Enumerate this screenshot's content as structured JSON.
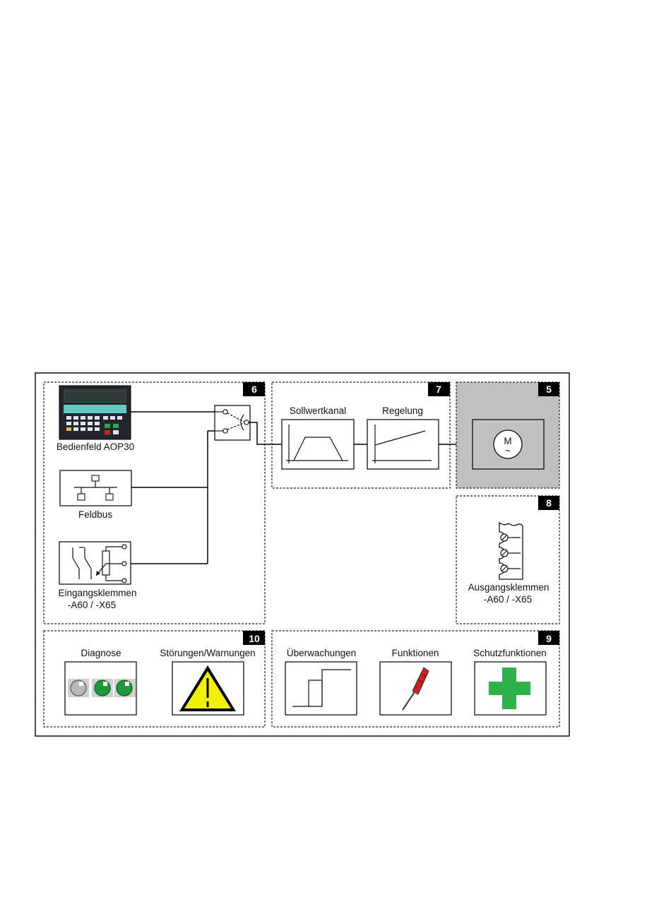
{
  "sections": {
    "s6": {
      "number": "6"
    },
    "s7": {
      "number": "7"
    },
    "s5": {
      "number": "5"
    },
    "s8": {
      "number": "8"
    },
    "s10": {
      "number": "10"
    },
    "s9": {
      "number": "9"
    }
  },
  "blocks": {
    "aop30": {
      "label": "Bedienfeld AOP30"
    },
    "feldbus": {
      "label": "Feldbus"
    },
    "eingang": {
      "label_line1": "Eingangsklemmen",
      "label_line2": "-A60 / -X65"
    },
    "sollwert": {
      "label": "Sollwertkanal"
    },
    "regelung": {
      "label": "Regelung"
    },
    "motor": {
      "symbol_top": "M",
      "symbol_bottom": "~"
    },
    "ausgang": {
      "label_line1": "Ausgangsklemmen",
      "label_line2": "-A60 / -X65"
    },
    "diagnose": {
      "label": "Diagnose"
    },
    "stoerungen": {
      "label": "Störungen/Warnungen",
      "warning_mark": "!"
    },
    "ueberwachung": {
      "label": "Überwachungen"
    },
    "funktionen": {
      "label": "Funktionen"
    },
    "schutz": {
      "label": "Schutzfunktionen"
    }
  },
  "colors": {
    "motor_area": "#c0c0c0",
    "warning": "#f0f000",
    "led_green": "#1e9a3a",
    "led_gray": "#b8b8b8",
    "cross_green": "#2eb34a",
    "screwdriver": "#cc1f1f",
    "panel_dark": "#2a2d34",
    "panel_display": "#5fc9c4"
  }
}
